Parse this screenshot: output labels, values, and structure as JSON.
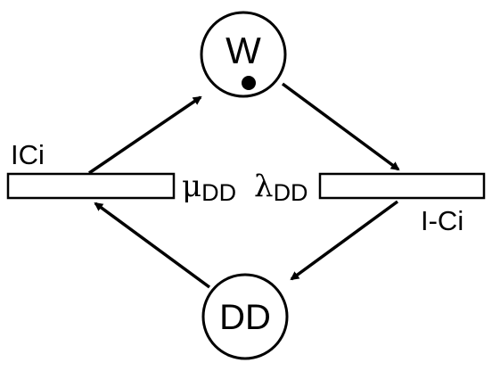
{
  "colors": {
    "stroke": "#000000",
    "fill": "#ffffff"
  },
  "nodes": {
    "w": {
      "label": "W",
      "marker": "dot"
    },
    "dd": {
      "label": "DD"
    }
  },
  "conductance_labels": {
    "left": "ICi",
    "right": "I-Ci"
  },
  "rates": {
    "mu": {
      "symbol": "μ",
      "subscript": "DD"
    },
    "lambda": {
      "symbol": "λ",
      "subscript": "DD"
    }
  }
}
